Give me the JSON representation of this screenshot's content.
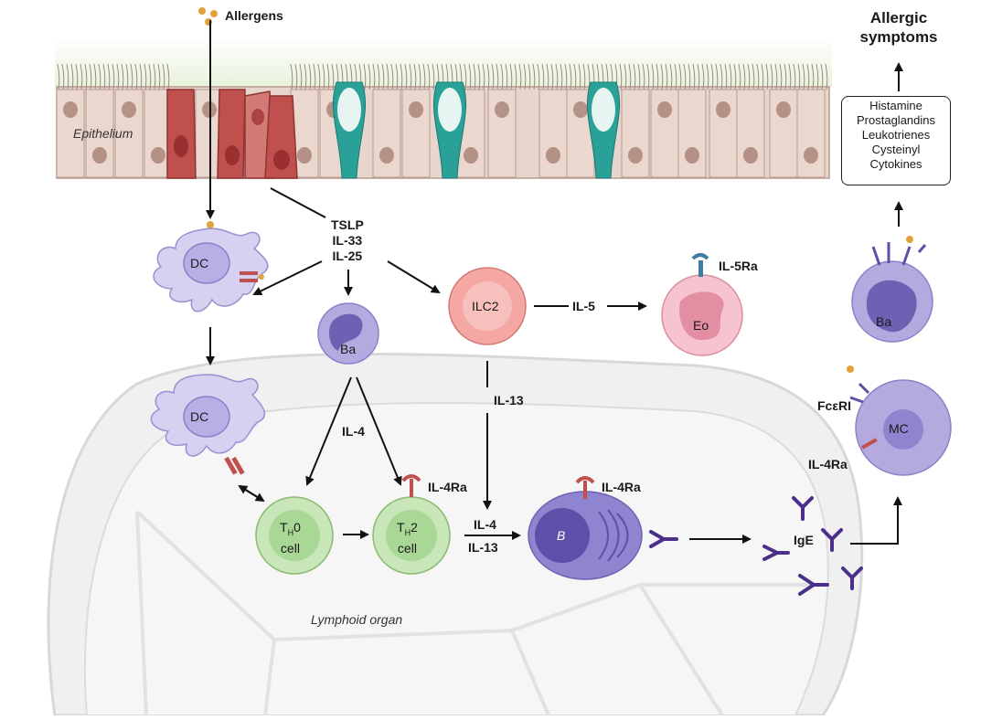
{
  "allergens": "Allergens",
  "epithelium": "Epithelium",
  "lymphoid_organ": "Lymphoid organ",
  "symptoms": {
    "line1": "Allergic",
    "line2": "symptoms"
  },
  "mediators": [
    "Histamine",
    "Prostaglandins",
    "Leukotrienes",
    "Cysteinyl",
    "Cytokines"
  ],
  "alarmins": [
    "TSLP",
    "IL-33",
    "IL-25"
  ],
  "cells": {
    "dc": "DC",
    "ba": "Ba",
    "ilc2": "ILC2",
    "eo": "Eo",
    "th0_line1": "0",
    "th0_line2": "cell",
    "th2_line1": "2",
    "th2_line2": "cell",
    "t": "T",
    "h": "H",
    "b": "B",
    "mc": "MC"
  },
  "cytokines": {
    "il5": "IL-5",
    "il13": "IL-13",
    "il4": "IL-4",
    "il4_b": "IL-4",
    "il13_b": "IL-13"
  },
  "receptors": {
    "il5ra": "IL-5Ra",
    "il4ra_th2": "IL-4Ra",
    "il4ra_b": "IL-4Ra",
    "fceri": "FcεRI",
    "il4ra_mc": "IL-4Ra"
  },
  "ige": "IgE",
  "colors": {
    "epithelium": "#e8d5cc",
    "red_cell": "#c0504d",
    "goblet": "#2aa198",
    "dc": "#d8d0f0",
    "basophil": "#9a8fd0",
    "ilc2": "#f4a7a3",
    "eosinophil": "#f6c3cf",
    "t_cell": "#c8e6b8",
    "b_cell": "#7c6fc4",
    "antibody": "#4b2f8a",
    "allergen": "#e1a23a"
  }
}
